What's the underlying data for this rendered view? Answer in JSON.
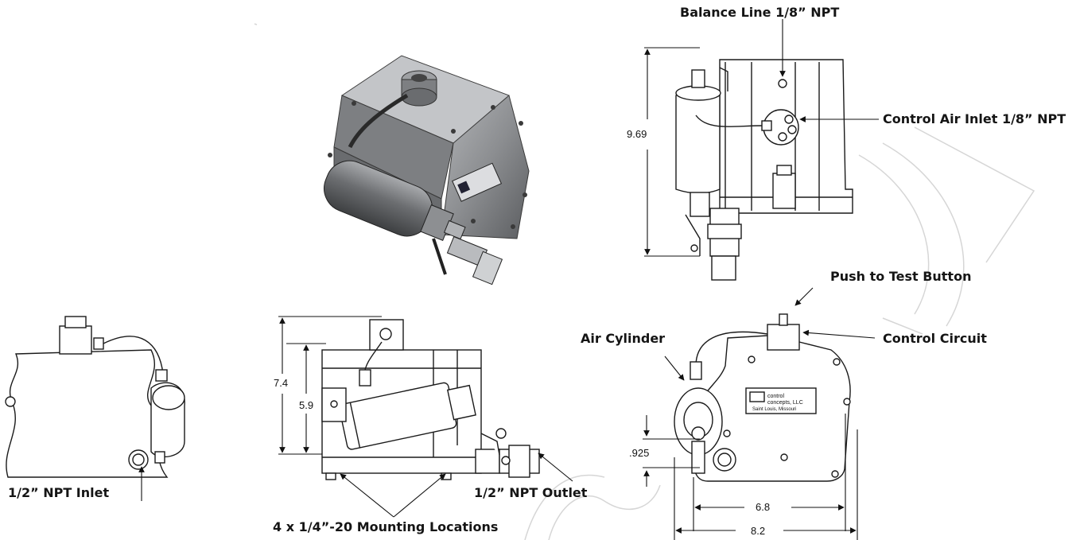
{
  "callouts": {
    "balance_line": "Balance Line 1/8” NPT",
    "control_air_inlet": "Control Air Inlet 1/8” NPT",
    "push_to_test": "Push to Test Button",
    "air_cylinder": "Air Cylinder",
    "control_circuit": "Control Circuit",
    "npt_inlet": "1/2” NPT Inlet",
    "npt_outlet": "1/2” NPT Outlet",
    "mounting": "4 x 1/4”-20 Mounting Locations"
  },
  "dimensions": {
    "side_height": "9.69",
    "overall_height": "7.4",
    "body_height": "5.9",
    "offset": ".925",
    "inner_width": "6.8",
    "overall_width": "8.2"
  },
  "nameplate": {
    "line1": "control",
    "line2": "concepts, LLC",
    "line3": "Saint Louis, Missouri"
  },
  "colors": {
    "body_gray": "#8f9194",
    "line": "#1a1a1a",
    "watermark": "#cfcfcf"
  }
}
